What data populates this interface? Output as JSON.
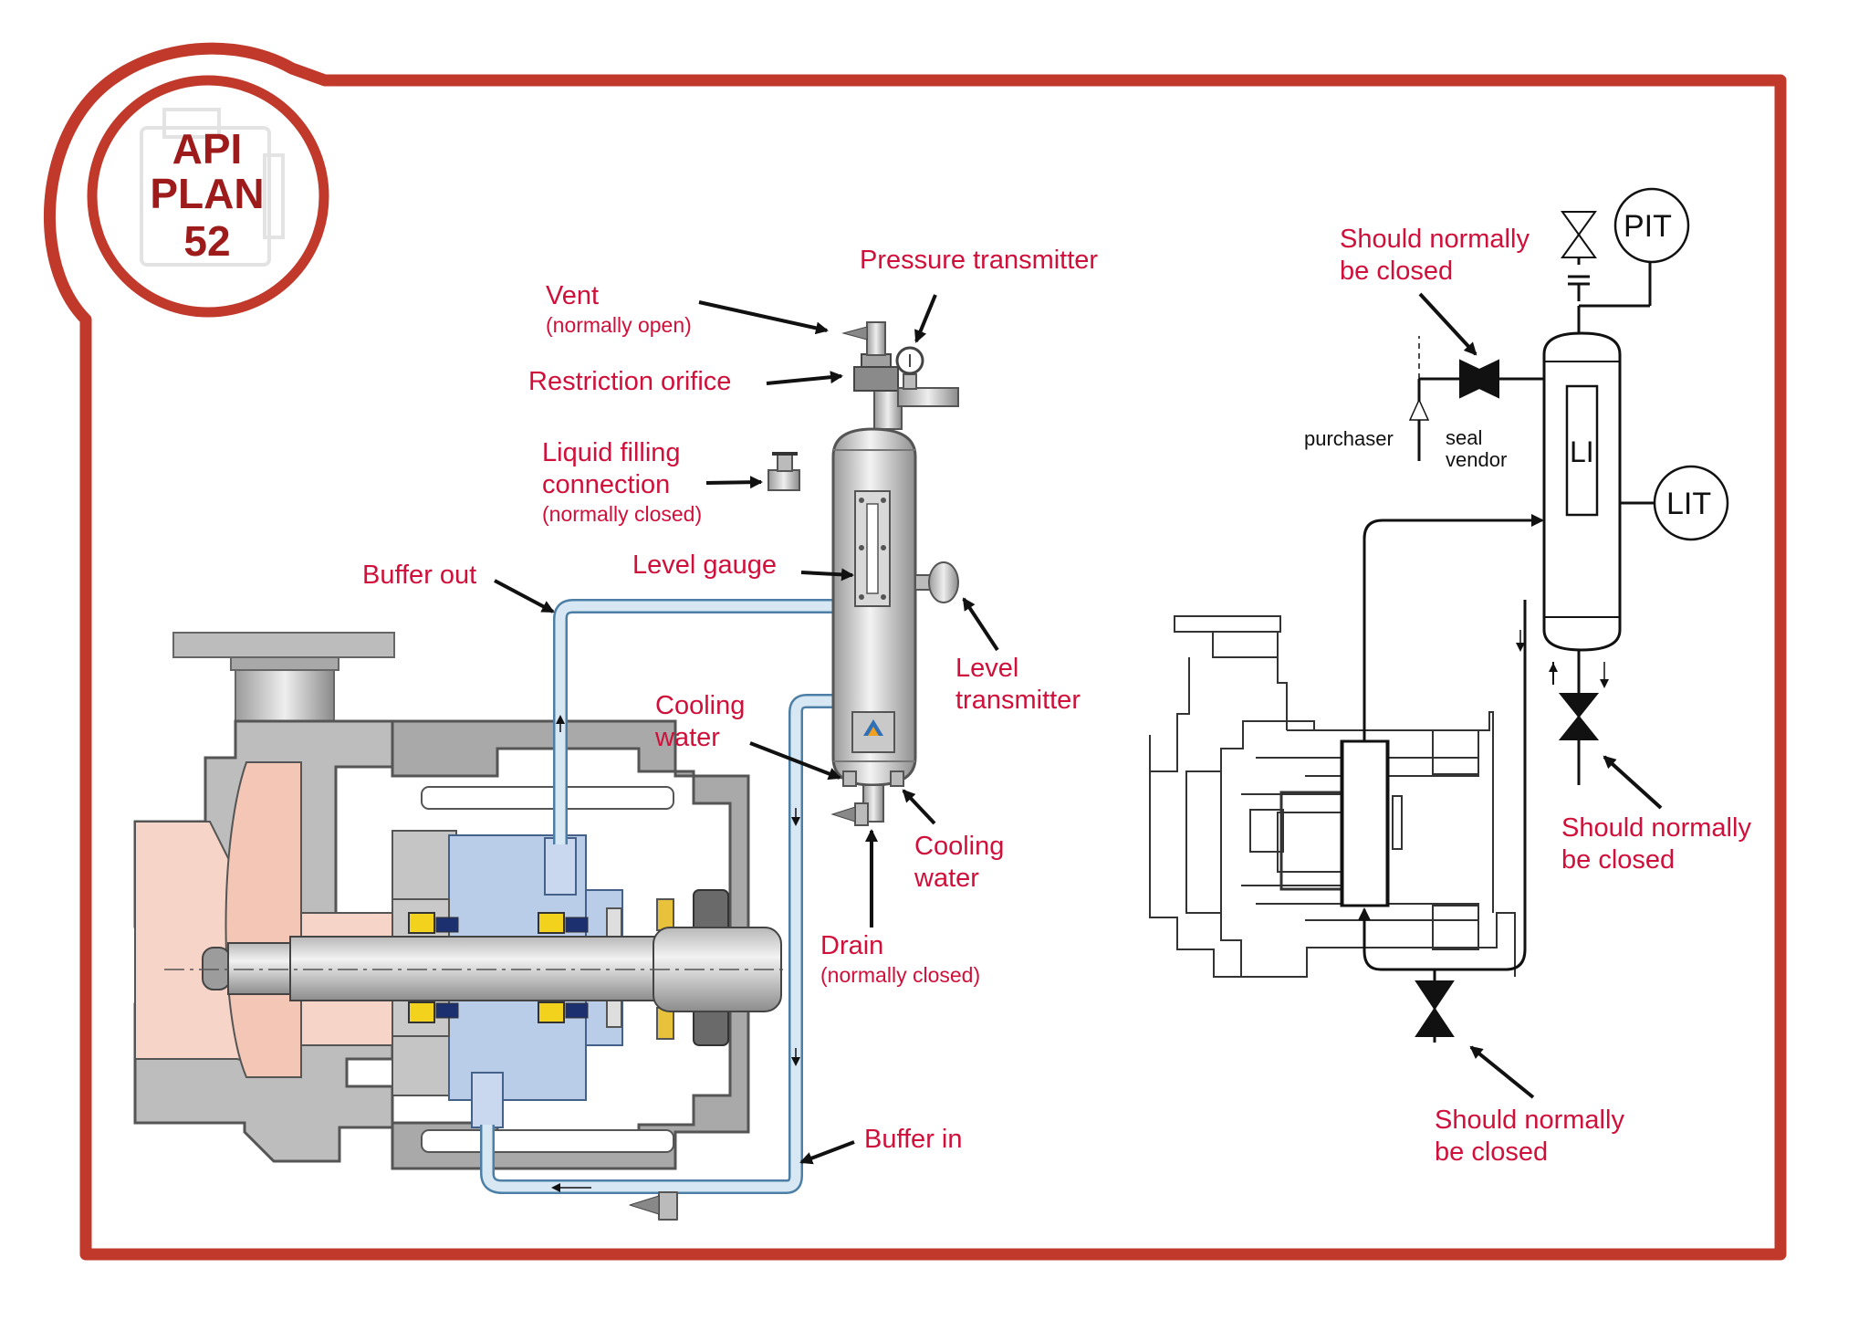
{
  "badge": {
    "line1": "API",
    "line2": "PLAN",
    "line3": "52"
  },
  "labels": {
    "pressure_transmitter": "Pressure transmitter",
    "vent": "Vent",
    "vent_note": "(normally open)",
    "restriction_orifice": "Restriction orifice",
    "liquid_filling_1": "Liquid filling",
    "liquid_filling_2": "connection",
    "liquid_filling_note": "(normally closed)",
    "buffer_out": "Buffer out",
    "level_gauge": "Level gauge",
    "level_transmitter_1": "Level",
    "level_transmitter_2": "transmitter",
    "cooling_water_a_1": "Cooling",
    "cooling_water_a_2": "water",
    "cooling_water_b_1": "Cooling",
    "cooling_water_b_2": "water",
    "drain": "Drain",
    "drain_note": "(normally closed)",
    "buffer_in": "Buffer in"
  },
  "schematic": {
    "pit": "PIT",
    "lit": "LIT",
    "li": "LI",
    "purchaser": "purchaser",
    "seal_vendor_1": "seal",
    "seal_vendor_2": "vendor",
    "closed_top_1": "Should normally",
    "closed_top_2": "be closed",
    "closed_right_1": "Should normally",
    "closed_right_2": "be closed",
    "closed_bottom_1": "Should normally",
    "closed_bottom_2": "be closed"
  },
  "colors": {
    "frame": "#c0392b",
    "label": "#d0103a",
    "buffer_pipe": "#d7e8f4"
  }
}
